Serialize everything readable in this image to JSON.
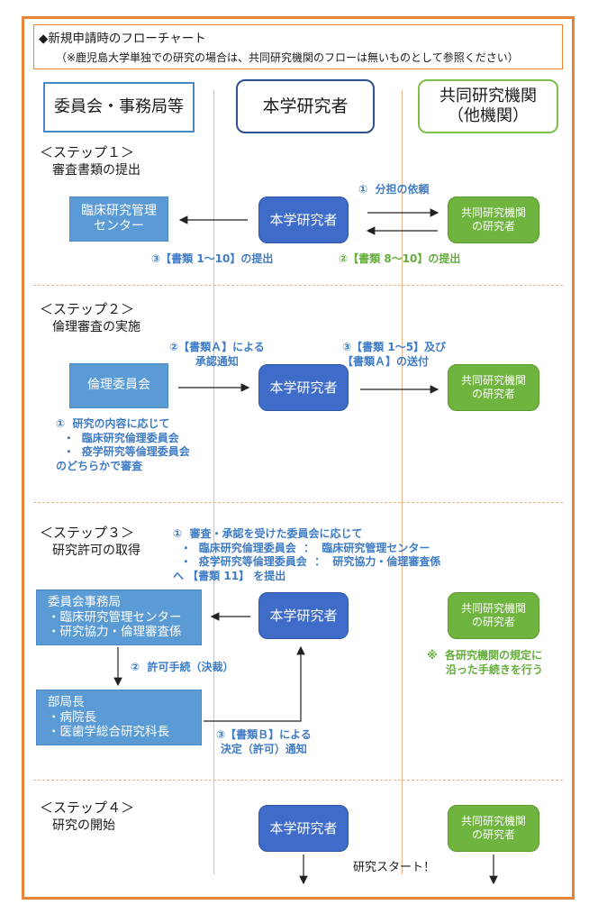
{
  "header": {
    "title": "◆新規申請時のフローチャート",
    "note": "（※鹿児島大学単独での研究の場合は、共同研究機関のフローは無いものとして参照ください）"
  },
  "columns": {
    "left": "委員会・事務局等",
    "center": "本学研究者",
    "right": "共同研究機関\n（他機関）"
  },
  "step1": {
    "label": "＜ステップ１＞",
    "sub": "審査書類の提出",
    "left_box": "臨床研究管理\nセンター",
    "center_box": "本学研究者",
    "right_box": "共同研究機関\nの研究者",
    "ann_request": "①  分担の依頼",
    "ann_submit_left": "③【書類 1〜10】の提出",
    "ann_submit_right": "②【書類 8〜10】の提出"
  },
  "step2": {
    "label": "＜ステップ２＞",
    "sub": "倫理審査の実施",
    "left_box": "倫理委員会",
    "center_box": "本学研究者",
    "right_box": "共同研究機関\nの研究者",
    "ann_notice": "②【書類Ａ】による\n承認通知",
    "ann_send": "③【書類 1〜5】及び\n【書類Ａ】の送付",
    "ann_review": "①  研究の内容に応じて\n  ・  臨床研究倫理委員会\n  ・  疫学研究等倫理委員会\nのどちらかで審査"
  },
  "step3": {
    "label": "＜ステップ３＞",
    "sub": "研究許可の取得",
    "ann_top": "①  審査・承認を受けた委員会に応じて\n  ・  臨床研究倫理委員会  ：  臨床研究管理センター\n  ・  疫学研究等倫理委員会  ：  研究協力・倫理審査係\nへ 【書類 11】 を提出",
    "office_box": "委員会事務局\n・臨床研究管理センター\n・研究協力・倫理審査係",
    "chief_box": "部局長\n・病院長\n・医歯学総合研究科長",
    "center_box": "本学研究者",
    "right_box": "共同研究機関\nの研究者",
    "ann_permit": "②  許可手続（決裁）",
    "ann_decision": "③【書類Ｂ】による\n決定（許可）通知",
    "ann_other": "※  各研究機関の規定に\n     沿った手続きを行う"
  },
  "step4": {
    "label": "＜ステップ４＞",
    "sub": "研究の開始",
    "center_box": "本学研究者",
    "right_box": "共同研究機関\nの研究者",
    "start": "研究スタート！"
  },
  "colors": {
    "frame": "#e8843a",
    "light_blue": "#5b9bd5",
    "dark_blue": "#3f6cc8",
    "green": "#6fb43f",
    "annotation_blue": "#3f7cc6",
    "annotation_green": "#63ad3a"
  }
}
